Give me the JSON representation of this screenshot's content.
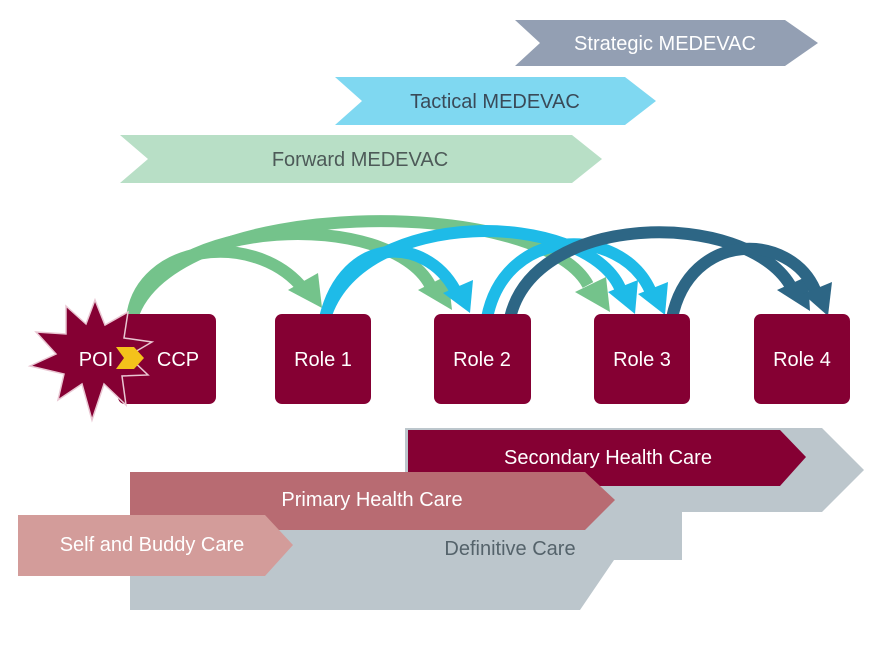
{
  "medevac": {
    "strategic": "Strategic MEDEVAC",
    "tactical": "Tactical MEDEVAC",
    "forward": "Forward MEDEVAC"
  },
  "nodes": {
    "poi": "POI",
    "ccp": "CCP",
    "role1": "Role 1",
    "role2": "Role 2",
    "role3": "Role 3",
    "role4": "Role 4"
  },
  "care": {
    "definitive": "Definitive Care",
    "secondary": "Secondary Health Care",
    "primary": "Primary Health Care",
    "self_buddy": "Self and Buddy Care"
  },
  "colors": {
    "strategic": "#939fb3",
    "tactical": "#7fd8f1",
    "forward": "#b8dfc6",
    "node": "#850033",
    "poi_burst": "#850033",
    "chevron": "#f4c21b",
    "arrow_green": "#74c38b",
    "arrow_cyan": "#1ebbe8",
    "arrow_teal": "#2d6685",
    "definitive": "#bcc6cc",
    "secondary": "#850033",
    "primary": "#b86b72",
    "self_buddy": "#d39c9a"
  }
}
